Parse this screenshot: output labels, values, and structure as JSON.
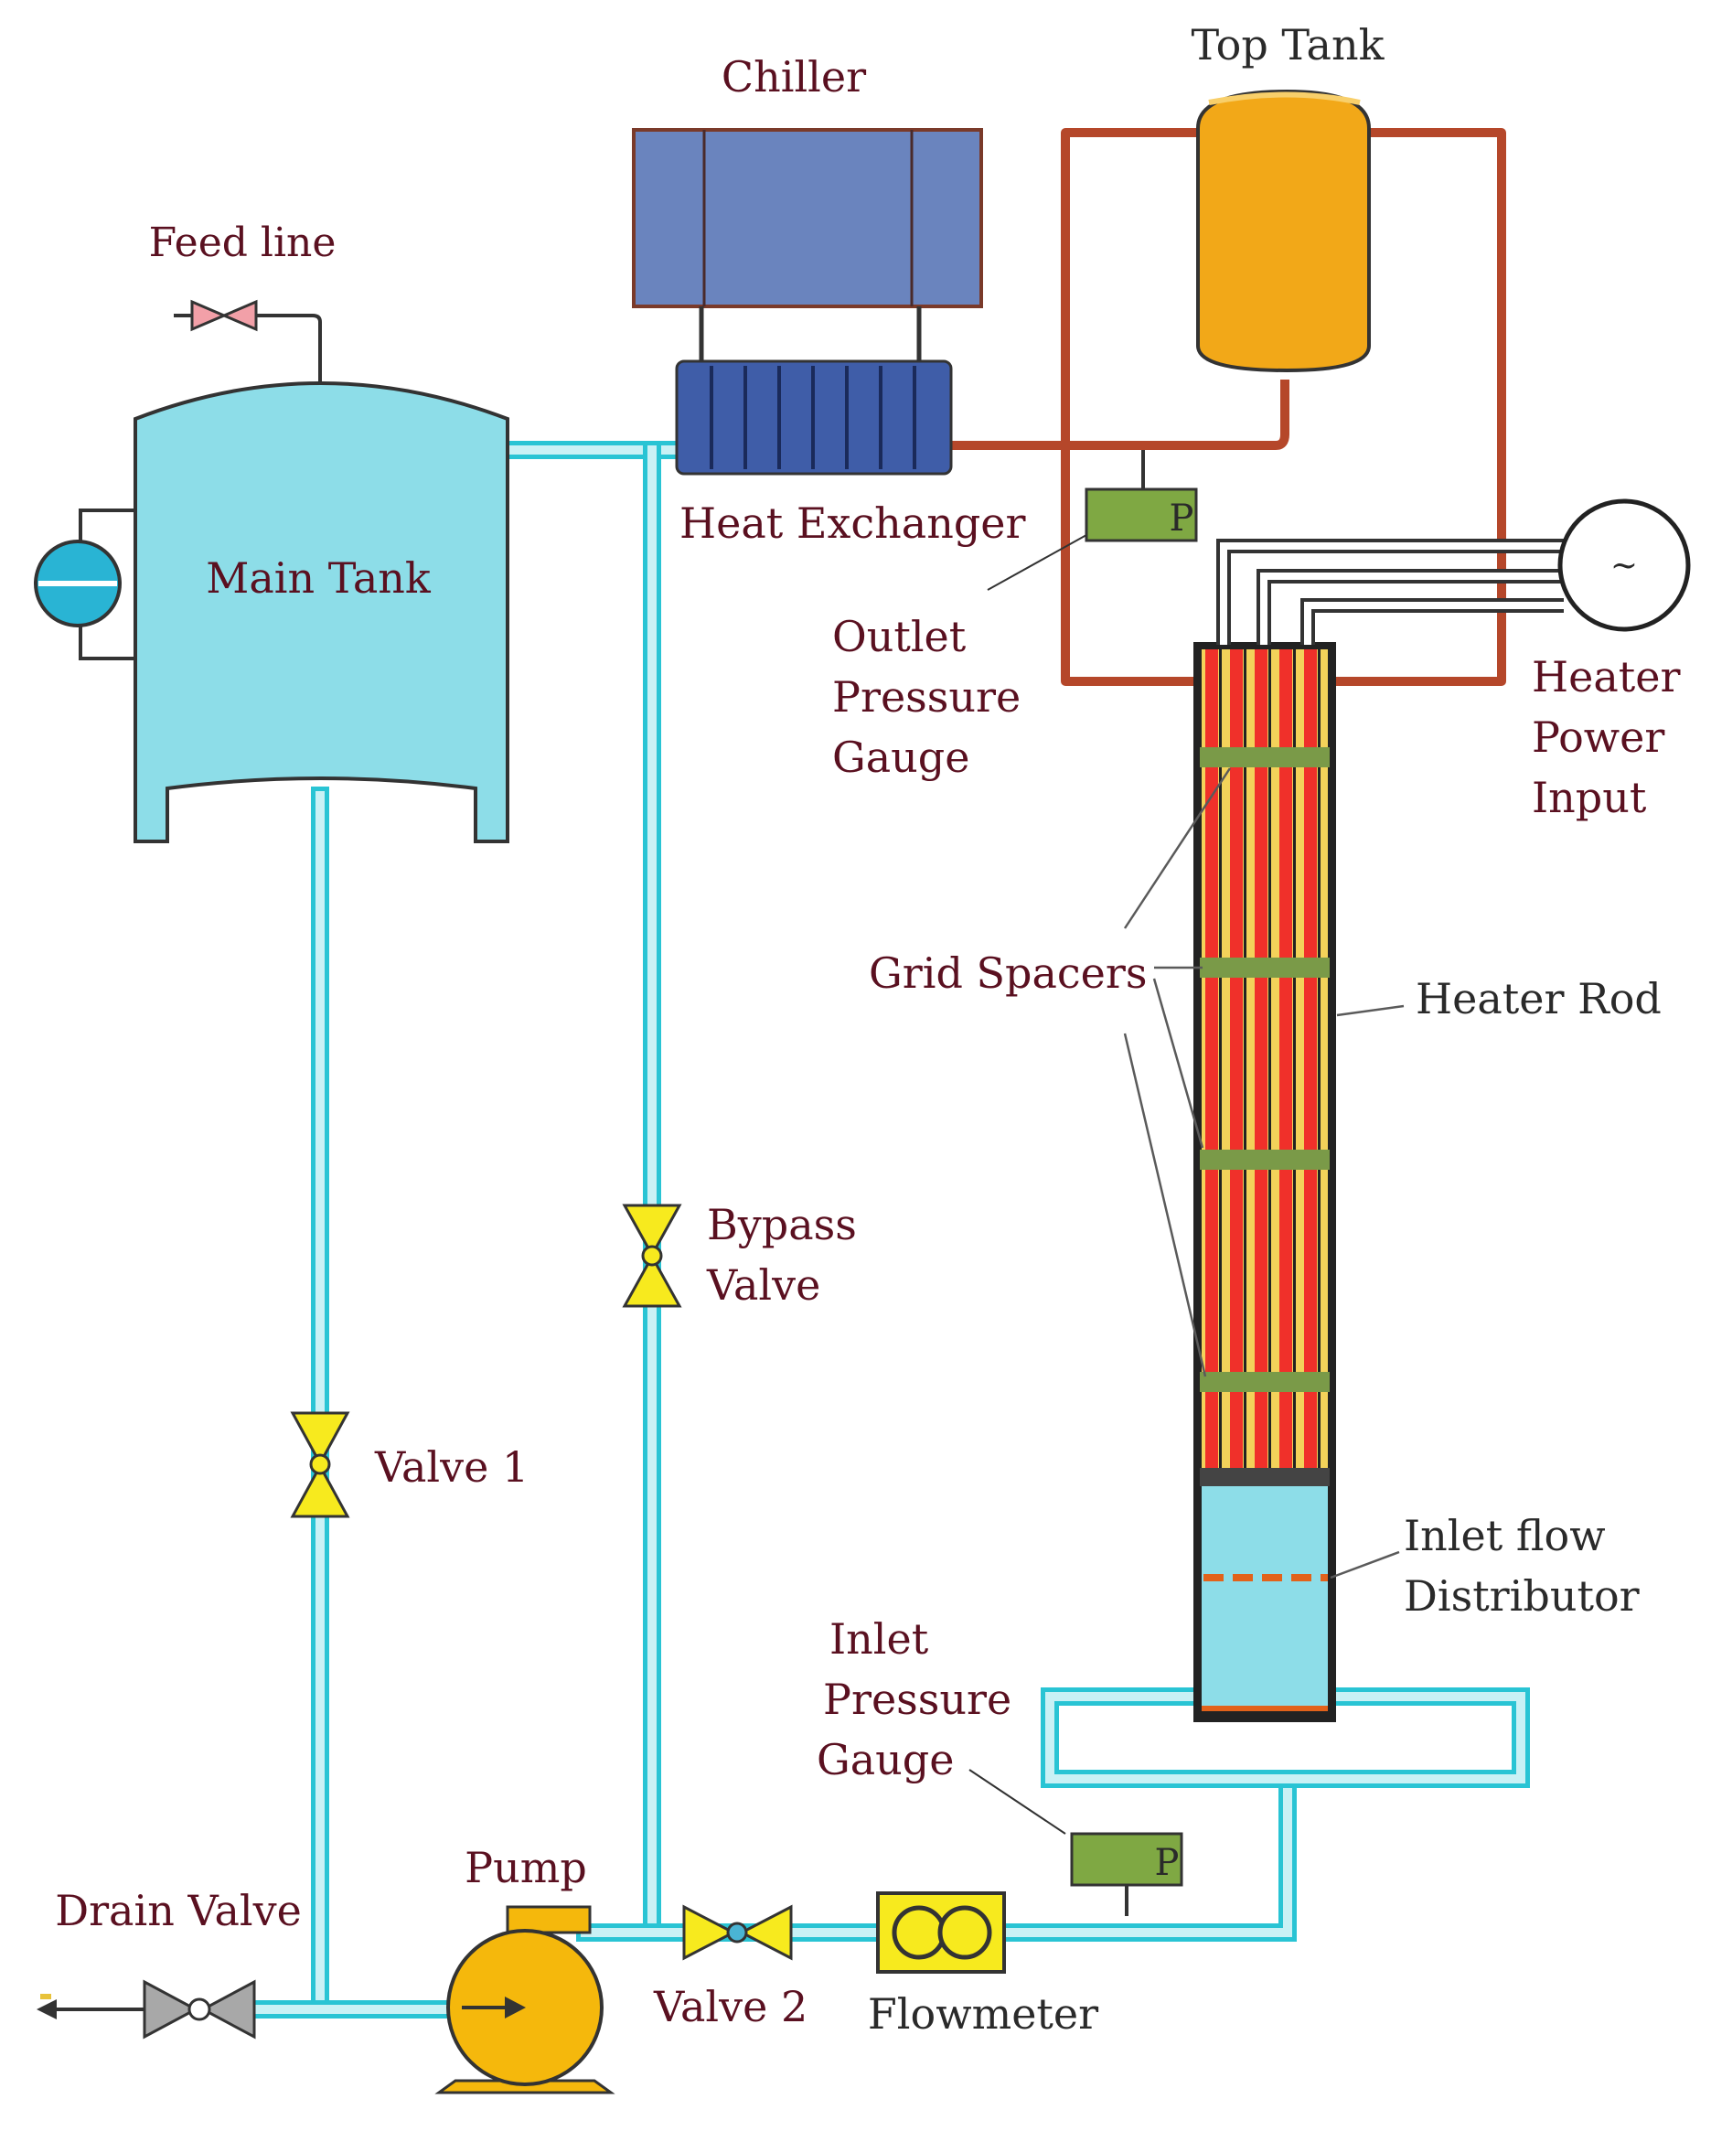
{
  "labels": {
    "chiller": "Chiller",
    "top_tank": "Top Tank",
    "feed_line": "Feed line",
    "main_tank": "Main Tank",
    "heat_exchanger": "Heat Exchanger",
    "outlet_pressure_gauge": [
      "Outlet",
      "Pressure",
      "Gauge"
    ],
    "heater_power_input": [
      "Heater",
      "Power",
      "Input"
    ],
    "grid_spacers": "Grid Spacers",
    "heater_rod": "Heater Rod",
    "bypass_valve": [
      "Bypass",
      "Valve"
    ],
    "valve_1": "Valve 1",
    "inlet_flow_distributor": [
      "Inlet flow",
      "Distributor"
    ],
    "inlet_pressure_gauge": [
      "Inlet",
      "Pressure",
      "Gauge"
    ],
    "pump": "Pump",
    "drain_valve": "Drain Valve",
    "valve_2": "Valve 2",
    "flowmeter": "Flowmeter",
    "gauge_letter": "P",
    "power_symbol": "~"
  },
  "colors": {
    "water_pipe": "#29c4d4",
    "water_pipe_fill": "#b6edf2",
    "main_tank": "#8ddde8",
    "chiller": "#6a84be",
    "heat_exchanger": "#3f5da8",
    "top_tank": "#f2a818",
    "hot_pipe": "#b5472a",
    "heater_red": "#f0302a",
    "heater_yellow": "#f3d25a",
    "grid_spacer": "#7a9a48",
    "gauge": "#7fa843",
    "valve_yellow": "#f7ea1e",
    "pump": "#f5b80c",
    "label_text": "#5a1020"
  }
}
